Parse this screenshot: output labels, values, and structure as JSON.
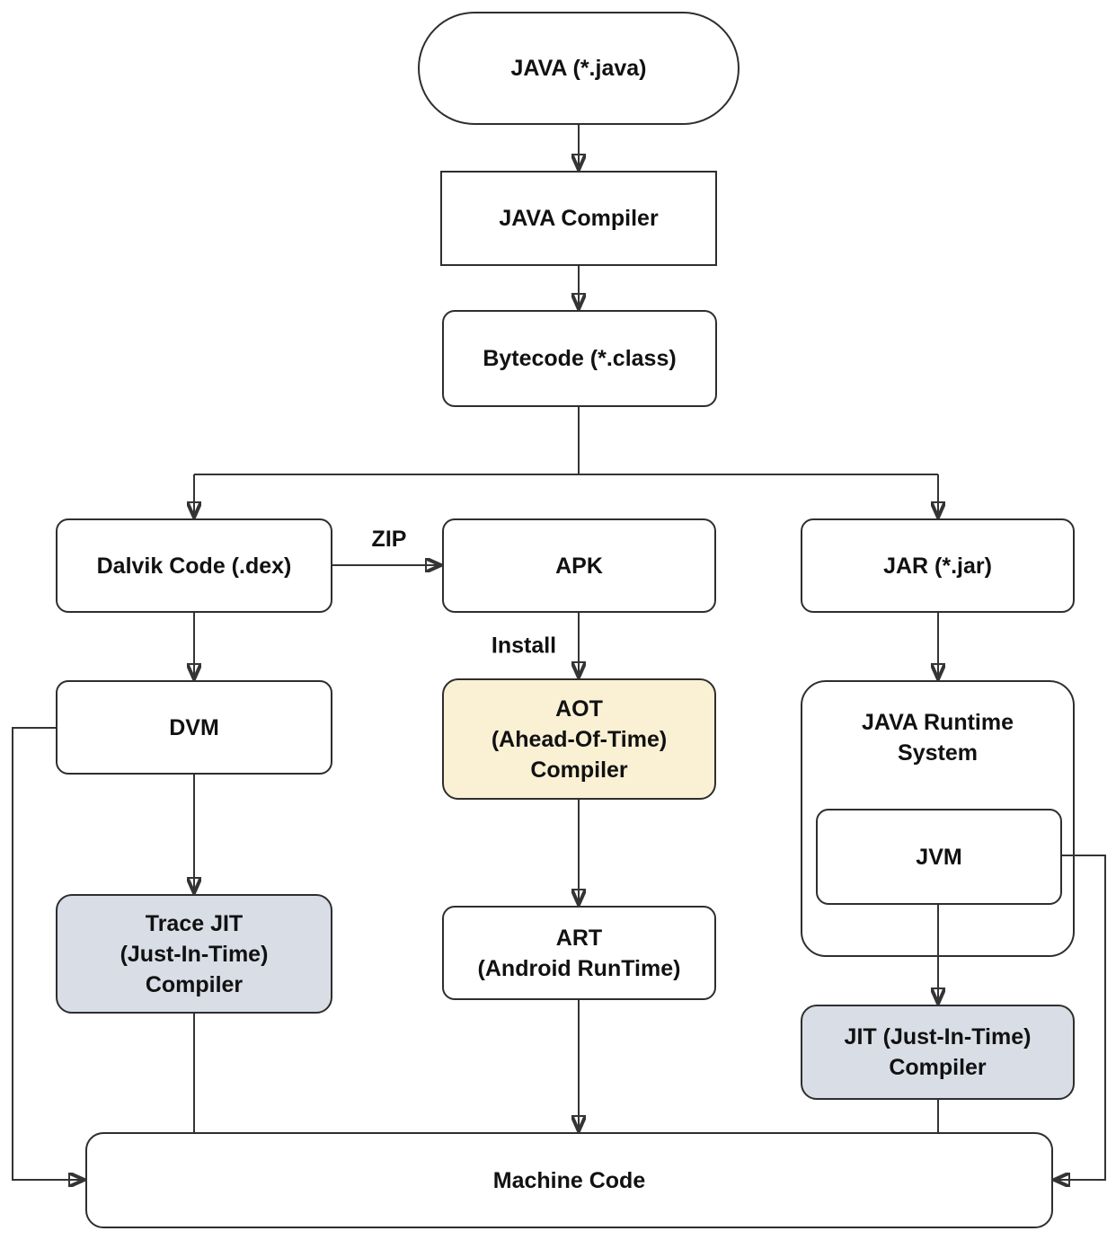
{
  "diagram": {
    "nodes": {
      "java_source": {
        "label": "JAVA (*.java)"
      },
      "java_compiler": {
        "label": "JAVA Compiler"
      },
      "bytecode": {
        "label": "Bytecode (*.class)"
      },
      "dalvik": {
        "label": "Dalvik Code (.dex)"
      },
      "apk": {
        "label": "APK"
      },
      "jar": {
        "label": "JAR (*.jar)"
      },
      "dvm": {
        "label": "DVM"
      },
      "aot": {
        "lines": [
          "AOT",
          "(Ahead-Of-Time)",
          "Compiler"
        ]
      },
      "java_runtime_system": {
        "lines": [
          "JAVA Runtime",
          "System"
        ]
      },
      "jvm": {
        "label": "JVM"
      },
      "trace_jit": {
        "lines": [
          "Trace JIT",
          "(Just-In-Time)",
          "Compiler"
        ]
      },
      "art": {
        "lines": [
          "ART",
          "(Android RunTime)"
        ]
      },
      "jit": {
        "lines": [
          "JIT (Just-In-Time)",
          "Compiler"
        ]
      },
      "machine_code": {
        "label": "Machine Code"
      }
    },
    "edge_labels": {
      "zip": "ZIP",
      "install": "Install"
    },
    "colors": {
      "background": "#FFFFFF",
      "node_fill": "#FFFFFF",
      "aot_fill": "#FAF0D4",
      "jit_fill": "#D8DDE6",
      "stroke": "#2E2E2E",
      "text": "#111111"
    }
  }
}
